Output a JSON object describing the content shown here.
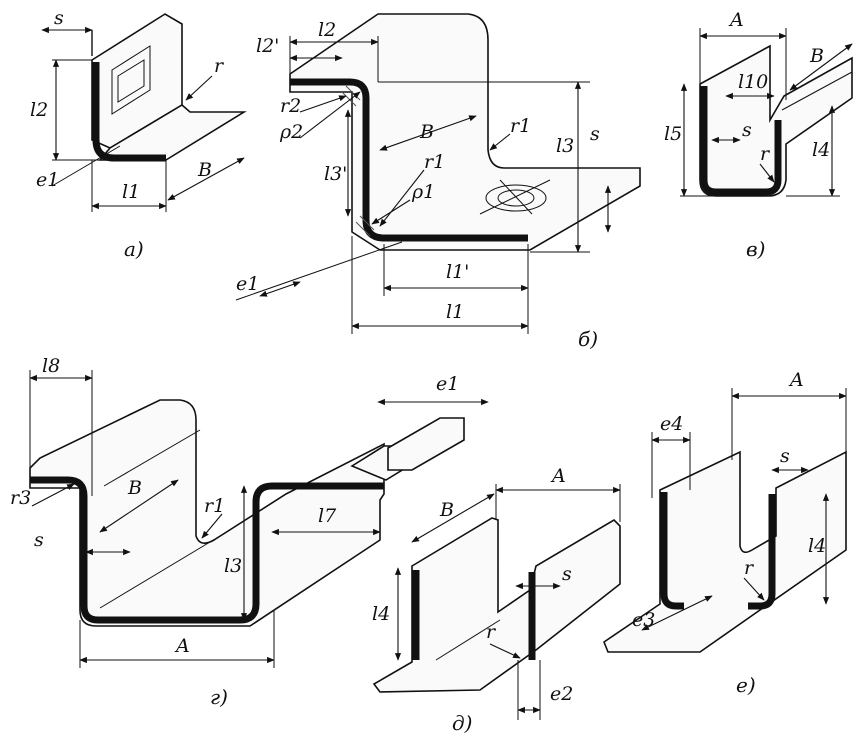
{
  "figures": [
    {
      "caption": "а)",
      "labels": [
        "s",
        "l2",
        "r",
        "e1",
        "l1",
        "B"
      ]
    },
    {
      "caption": "б)",
      "labels": [
        "l2",
        "l2'",
        "r2",
        "ρ2",
        "B",
        "r1",
        "l3",
        "s",
        "r1",
        "l3'",
        "ρ1",
        "e1",
        "l1'",
        "l1"
      ]
    },
    {
      "caption": "в)",
      "labels": [
        "A",
        "B",
        "l10",
        "l5",
        "s",
        "l4",
        "r"
      ]
    },
    {
      "caption": "г)",
      "labels": [
        "l8",
        "r3",
        "B",
        "r1",
        "l7",
        "s",
        "l3",
        "A"
      ]
    },
    {
      "caption": "д)",
      "labels": [
        "e1",
        "B",
        "A",
        "s",
        "l4",
        "r",
        "e2"
      ]
    },
    {
      "caption": "е)",
      "labels": [
        "A",
        "e4",
        "s",
        "l4",
        "r",
        "e3"
      ]
    }
  ]
}
